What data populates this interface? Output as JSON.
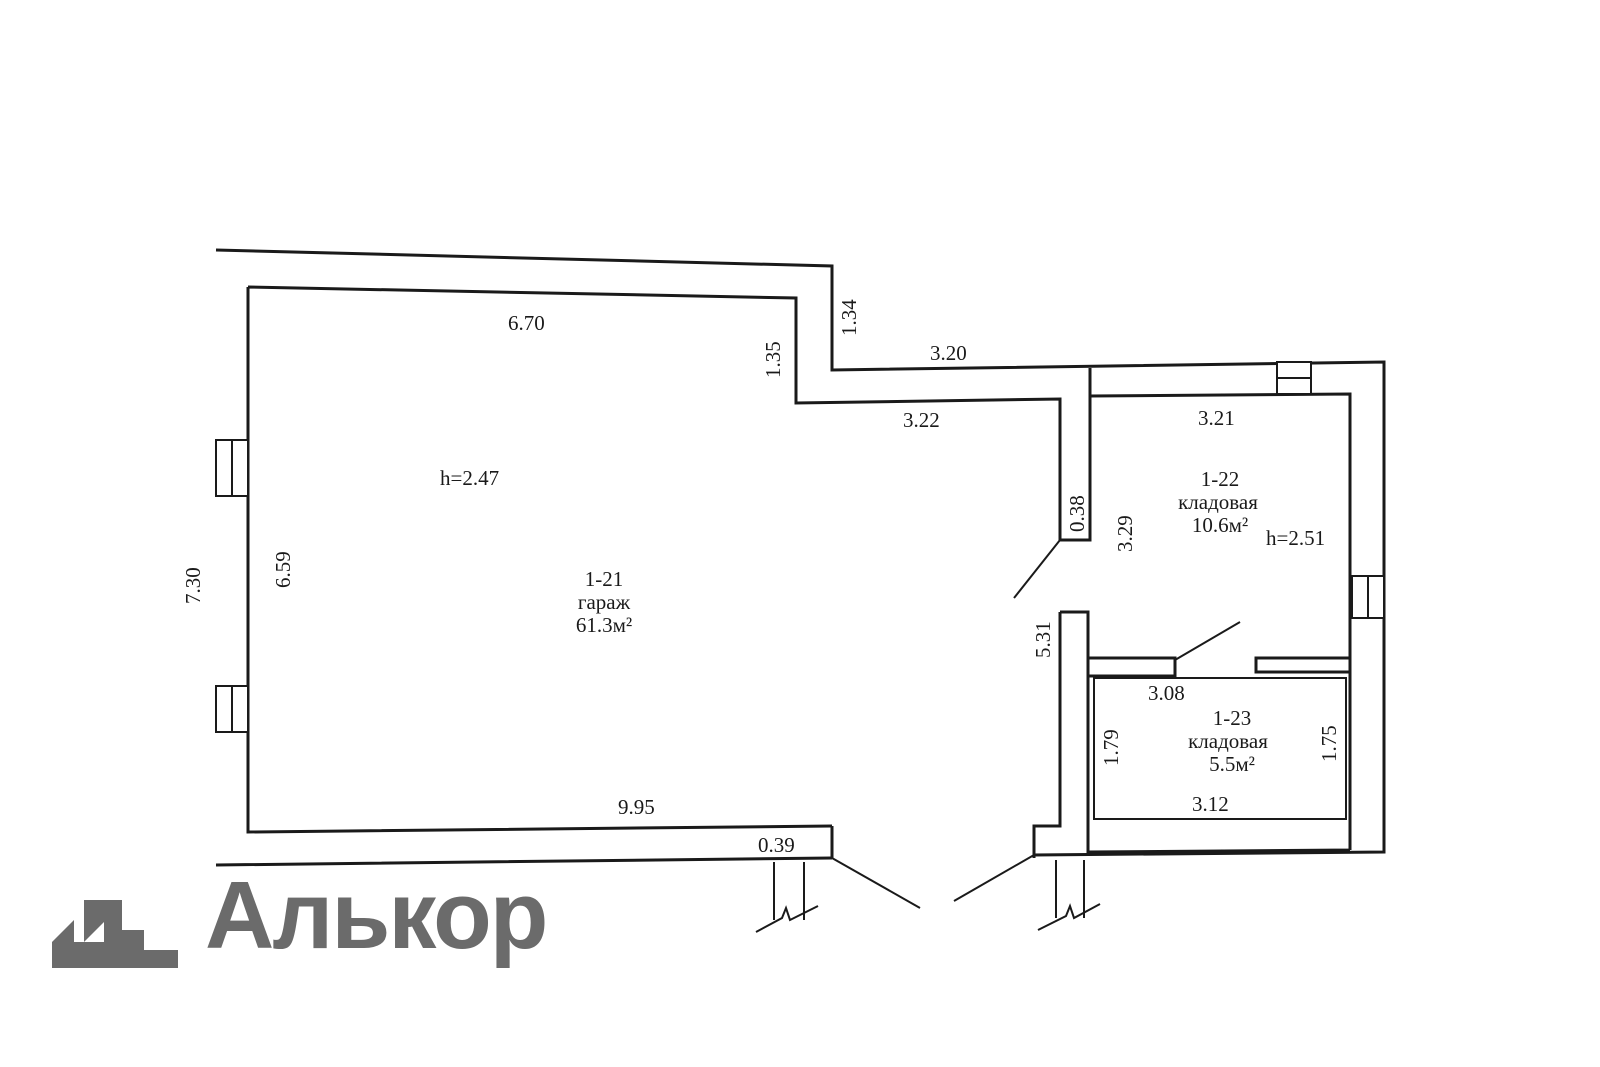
{
  "dimensions": {
    "top_outer_left": "6.70",
    "step_inner": "1.35",
    "step_outer": "1.34",
    "top_outer_right": "3.20",
    "top_inner_mid": "3.22",
    "storage1_top": "3.21",
    "partition_small": "0.38",
    "storage1_left": "3.29",
    "left_outer": "7.30",
    "left_inner": "6.59",
    "partition_right": "5.31",
    "storage2_top": "3.08",
    "storage2_left": "1.79",
    "storage2_right": "1.75",
    "storage2_bottom": "3.12",
    "bottom_inner": "9.95",
    "bottom_stub": "0.39"
  },
  "rooms": {
    "garage": {
      "height": "h=2.47",
      "number": "1-21",
      "name": "гараж",
      "area": "61.3м²"
    },
    "storage1": {
      "number": "1-22",
      "name": "кладовая",
      "area": "10.6м²",
      "height": "h=2.51"
    },
    "storage2": {
      "number": "1-23",
      "name": "кладовая",
      "area": "5.5м²"
    }
  },
  "logo": {
    "text": "Алькор",
    "color": "#6b6b6b"
  }
}
